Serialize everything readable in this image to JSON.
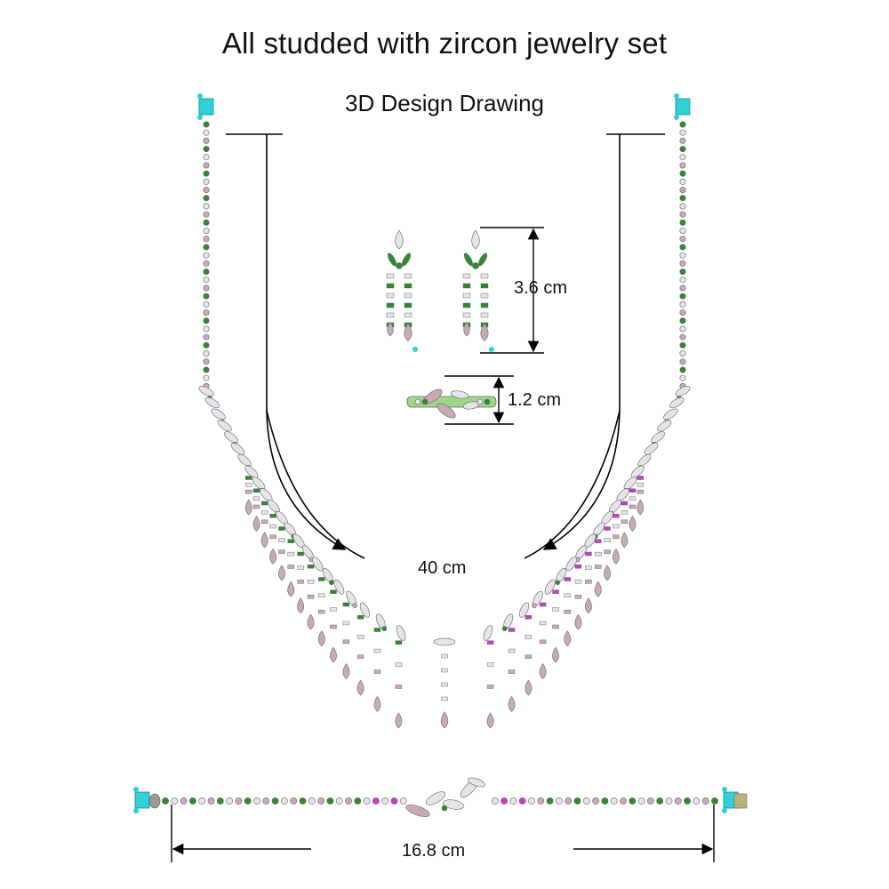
{
  "title": "All studded with zircon jewelry set",
  "subtitle": "3D Design Drawing",
  "dimensions": {
    "earring_height": "3.6 cm",
    "ring_height": "1.2 cm",
    "necklace_length": "40 cm",
    "bracelet_length": "16.8 cm"
  },
  "colors": {
    "stone_white": "#e4e4ea",
    "stone_pink": "#c9a9b8",
    "stone_green": "#2f8a2f",
    "stone_magenta": "#c83cc8",
    "clasp_cyan": "#2fd0d8",
    "metal_gray": "#777777"
  }
}
